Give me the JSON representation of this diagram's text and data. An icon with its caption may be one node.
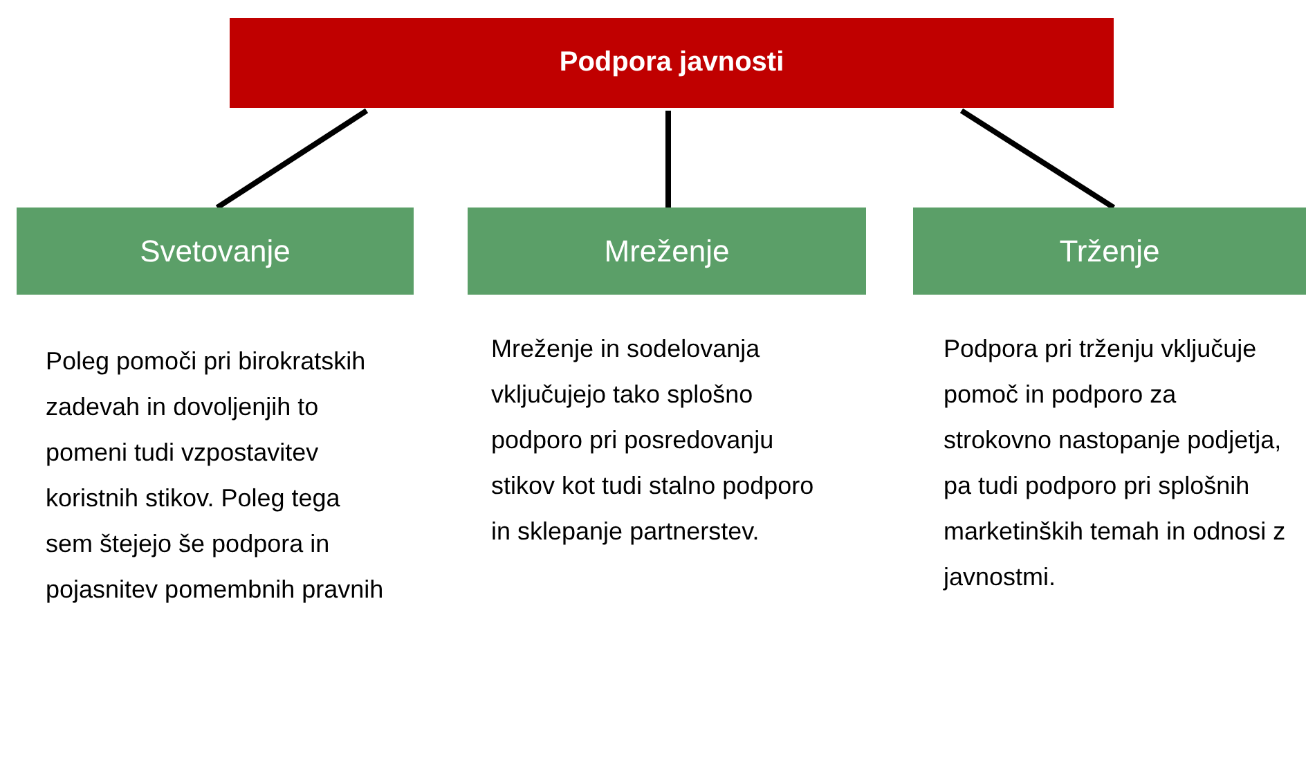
{
  "diagram": {
    "nodes": [
      {
        "text": [
          "Podpora javnosti"
        ]
      },
      {
        "text": [
          "Svetovanje"
        ],
        "beside": [
          "Poleg pomoči pri birokratskih zadevah in dovoljenjih to pomeni tudi vzpostavitev koristnih stikov. Poleg tega sem štejejo še podpora in pojasnitev pomembnih pravnih"
        ]
      },
      {
        "text": [
          "Mreženje"
        ],
        "beside": [
          "Mreženje in sodelovanja vključujejo tako splošno podporo pri posredovanju stikov kot tudi stalno podporo in sklepanje partnerstev."
        ]
      },
      {
        "text": [
          "Trženje"
        ],
        "beside": [
          "Podpora pri trženju vključuje pomoč in podporo za strokovno nastopanje podjetja, pa tudi podporo pri splošnih marketinških temah in odnosi z javnostmi."
        ]
      }
    ],
    "edges": [
      {
        "from": 0,
        "to": 1,
        "arrow": "none"
      },
      {
        "from": 0,
        "to": 2,
        "arrow": "none"
      },
      {
        "from": 0,
        "to": 3,
        "arrow": "none"
      }
    ]
  }
}
